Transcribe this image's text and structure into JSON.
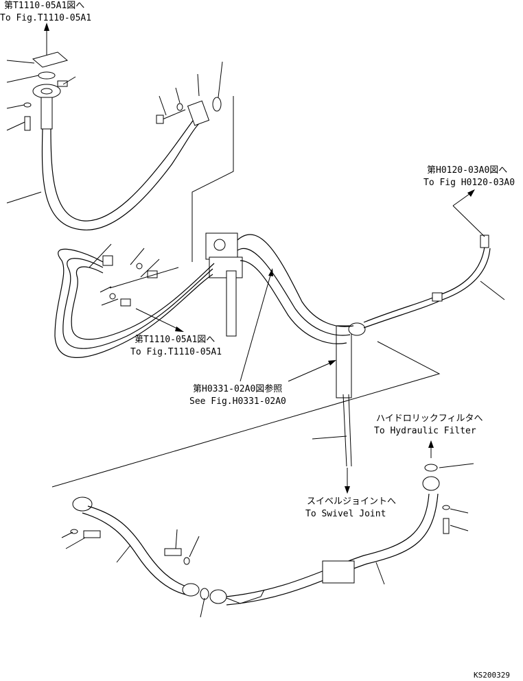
{
  "callouts": {
    "top_ref_jp": "第T1110-05A1図へ",
    "top_ref_en": "To Fig.T1110-05A1",
    "right_ref_jp": "第H0120-03A0図へ",
    "right_ref_en": "To Fig H0120-03A0",
    "mid_ref_jp": "第T1110-05A1図へ",
    "mid_ref_en": "To Fig.T1110-05A1",
    "see_ref_jp": "第H0331-02A0図参照",
    "see_ref_en": "See Fig.H0331-02A0",
    "filter_jp": "ハイドロリックフィルタへ",
    "filter_en": "To Hydraulic Filter",
    "swivel_jp": "スイベルジョイントへ",
    "swivel_en": "To Swivel Joint"
  },
  "drawing_code": "KS200329"
}
